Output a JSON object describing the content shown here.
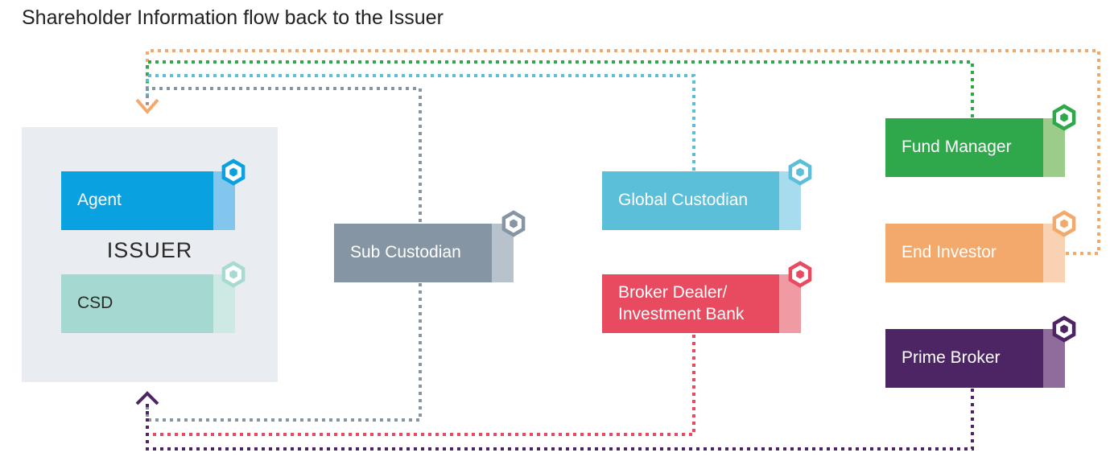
{
  "title": "Shareholder Information flow back to the Issuer",
  "issuer": {
    "label": "ISSUER",
    "agent": {
      "label": "Agent",
      "color": "#0aa1e0",
      "tab_color": "#82c6ee",
      "hex_color": "#0aa1e0"
    },
    "csd": {
      "label": "CSD",
      "color": "#a4d8d0",
      "tab_color": "#cde9e4",
      "hex_color": "#a8dad2",
      "text_color": "#2a2a2a"
    }
  },
  "nodes": {
    "sub_custodian": {
      "label": "Sub Custodian",
      "color": "#8695a3",
      "tab_color": "#b8c2cc",
      "hex_color": "#8695a3"
    },
    "global_custodian": {
      "label": "Global Custodian",
      "color": "#5bbfd9",
      "tab_color": "#a6dced",
      "hex_color": "#5bbfd9"
    },
    "broker_dealer": {
      "label_line1": "Broker Dealer/",
      "label_line2": "Investment Bank",
      "color": "#e84a5f",
      "tab_color": "#f09aa3",
      "hex_color": "#e84a5f"
    },
    "fund_manager": {
      "label": "Fund Manager",
      "color": "#2ea84a",
      "tab_color": "#9ccc8a",
      "hex_color": "#2ea84a"
    },
    "end_investor": {
      "label": "End Investor",
      "color": "#f4a96c",
      "tab_color": "#f8d2b2",
      "hex_color": "#f4a96c"
    },
    "prime_broker": {
      "label": "Prime Broker",
      "color": "#4e2564",
      "tab_color": "#8e6d9d",
      "hex_color": "#4e2564"
    }
  },
  "flow_colors": {
    "end_investor": "#f4a96c",
    "fund_manager": "#2ea84a",
    "global_custodian": "#5bbfd9",
    "sub_custodian_top": "#8695a3",
    "sub_custodian_bottom": "#8695a3",
    "broker_dealer": "#e84a5f",
    "prime_broker": "#4e2564"
  }
}
